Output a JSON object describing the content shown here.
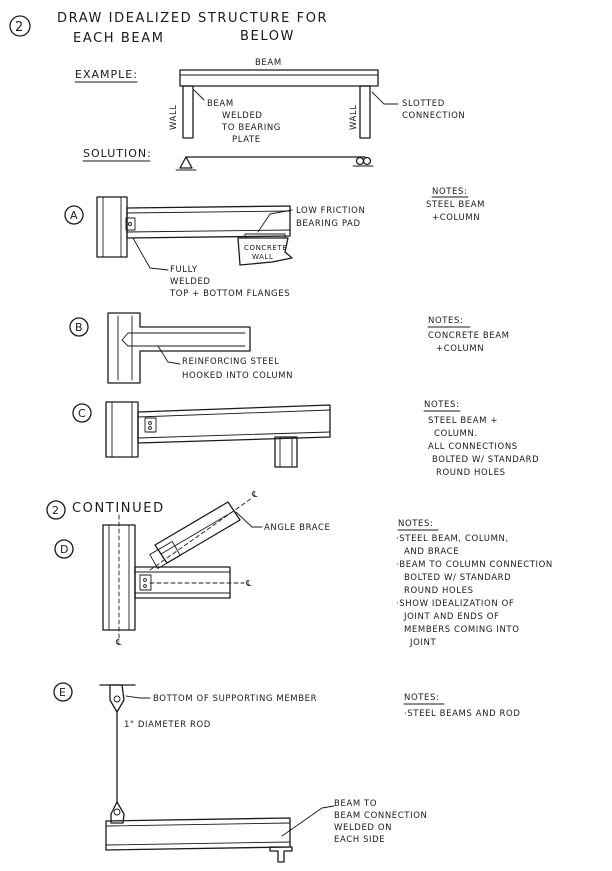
{
  "problem": {
    "number": "2",
    "title_line1": "DRAW IDEALIZED STRUCTURE FOR",
    "title_line2": "EACH BEAM",
    "title_line2b": "BELOW"
  },
  "example": {
    "label": "EXAMPLE:",
    "beam_label": "BEAM",
    "wall_label": "WALL",
    "left_note": [
      "BEAM",
      "WELDED",
      "TO BEARING",
      "PLATE"
    ],
    "right_note": [
      "SLOTTED",
      "CONNECTION"
    ],
    "solution_label": "SOLUTION:"
  },
  "parts": {
    "A": {
      "letter": "A",
      "callout_right": [
        "LOW FRICTION",
        "BEARING PAD"
      ],
      "concrete_label": [
        "CONCRETE",
        "WALL"
      ],
      "callout_bottom": [
        "FULLY",
        "WELDED",
        "TOP + BOTTOM FLANGES"
      ],
      "notes_heading": "NOTES:",
      "notes": [
        "STEEL BEAM",
        "+COLUMN"
      ]
    },
    "B": {
      "letter": "B",
      "callout": [
        "REINFORCING STEEL",
        "HOOKED INTO COLUMN"
      ],
      "notes_heading": "NOTES:",
      "notes": [
        "CONCRETE BEAM",
        "+COLUMN"
      ]
    },
    "C": {
      "letter": "C",
      "notes_heading": "NOTES:",
      "notes": [
        "STEEL BEAM +",
        "COLUMN.",
        "ALL CONNECTIONS",
        "BOLTED W/ STANDARD",
        "ROUND HOLES"
      ]
    }
  },
  "continued": {
    "number": "2",
    "label": "CONTINUED",
    "D": {
      "letter": "D",
      "callout": "ANGLE BRACE",
      "notes_heading": "NOTES:",
      "notes": [
        "·STEEL BEAM, COLUMN,",
        "AND BRACE",
        "·BEAM TO COLUMN CONNECTION",
        "BOLTED W/ STANDARD",
        "ROUND HOLES",
        "·SHOW IDEALIZATION OF",
        "JOINT AND ENDS OF",
        "MEMBERS COMING INTO",
        "JOINT"
      ]
    },
    "E": {
      "letter": "E",
      "callout_top": "BOTTOM OF SUPPORTING MEMBER",
      "rod_label": "1\" DIAMETER ROD",
      "callout_bottom": [
        "BEAM TO",
        "BEAM CONNECTION",
        "WELDED ON",
        "EACH SIDE"
      ],
      "notes_heading": "NOTES:",
      "notes": [
        "·STEEL BEAMS AND ROD"
      ]
    }
  }
}
